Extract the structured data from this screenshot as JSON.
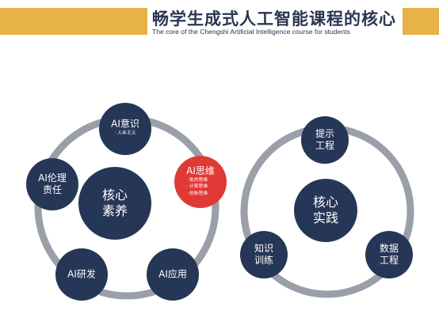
{
  "header": {
    "title": "畅学生成式人工智能课程的核心",
    "subtitle": "The core of the Chengshi Artificial Intelligence course for students"
  },
  "colors": {
    "accent": "#e7b246",
    "node": "#263656",
    "highlight": "#e03a36",
    "ring": "#9a9fa8",
    "text_dark": "#2a3554"
  },
  "left_diagram": {
    "center": {
      "line1": "核心",
      "line2": "素养"
    },
    "nodes": [
      {
        "line1": "AI意识",
        "sub": [
          "· 人本主义"
        ]
      },
      {
        "line1": "AI思维",
        "sub": [
          "· 批判思维",
          "· 计算思维",
          "· 创新思维"
        ],
        "highlighted": true
      },
      {
        "line1": "AI应用"
      },
      {
        "line1": "AI研发"
      },
      {
        "line1": "AI伦理",
        "line2": "责任"
      }
    ]
  },
  "right_diagram": {
    "center": {
      "line1": "核心",
      "line2": "实践"
    },
    "nodes": [
      {
        "line1": "提示",
        "line2": "工程"
      },
      {
        "line1": "数据",
        "line2": "工程"
      },
      {
        "line1": "知识",
        "line2": "训练"
      }
    ]
  }
}
